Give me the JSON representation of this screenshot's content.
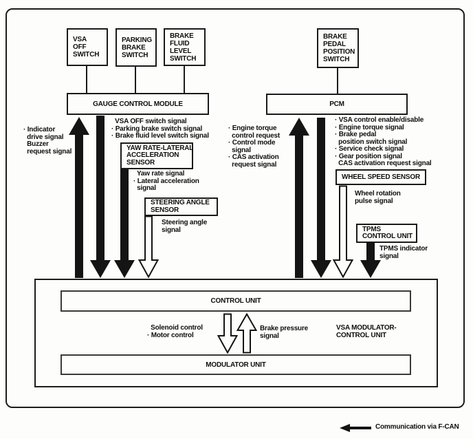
{
  "boxes": {
    "vsa_off_switch": "VSA\nOFF\nSWITCH",
    "parking_brake_switch": "PARKING\nBRAKE\nSWITCH",
    "brake_fluid_level_switch": "BRAKE\nFLUID\nLEVEL\nSWITCH",
    "brake_pedal_position_switch": "BRAKE\nPEDAL\nPOSITION\nSWITCH",
    "gauge_control_module": "GAUGE CONTROL MODULE",
    "pcm": "PCM",
    "yaw_rate_lateral_acceleration_sensor": "YAW RATE-LATERAL\nACCELERATION\nSENSOR",
    "steering_angle_sensor": "STEERING ANGLE\nSENSOR",
    "wheel_speed_sensor": "WHEEL SPEED SENSOR",
    "tpms_control_unit": "TPMS\nCONTROL UNIT",
    "control_unit": "CONTROL UNIT",
    "modulator_unit": "MODULATOR UNIT"
  },
  "labels": {
    "vsa_modulator_control_unit": "VSA MODULATOR-\nCONTROL UNIT",
    "indicator_buzzer": "· Indicator\n  drive signal\n  Buzzer\n  request signal",
    "gauge_outputs": "  VSA OFF switch signal\n· Parking brake switch signal\n· Brake fluid level switch signal",
    "yaw_outputs": "  Yaw rate signal\n· Lateral acceleration\n  signal",
    "steering_output": "Steering angle\nsignal",
    "pcm_inputs": "· Engine torque\n  control request\n· Control mode\n  signal\n· CAS activation\n  request signal",
    "pcm_outputs": "· VSA control enable/disable\n· Engine torque signal\n· Brake pedal\n  position switch signal\n· Service check signal\n· Gear position signal\n  CAS activation request signal",
    "wheel_output": "Wheel rotation\npulse signal",
    "tpms_output": "TPMS indicator\nsignal",
    "solenoid_motor": "  Solenoid control\n· Motor control",
    "brake_pressure": "Brake pressure\nsignal",
    "legend": "Communication via F-CAN"
  },
  "colors": {
    "ink": "#141414",
    "background": "#fdfdfc"
  }
}
